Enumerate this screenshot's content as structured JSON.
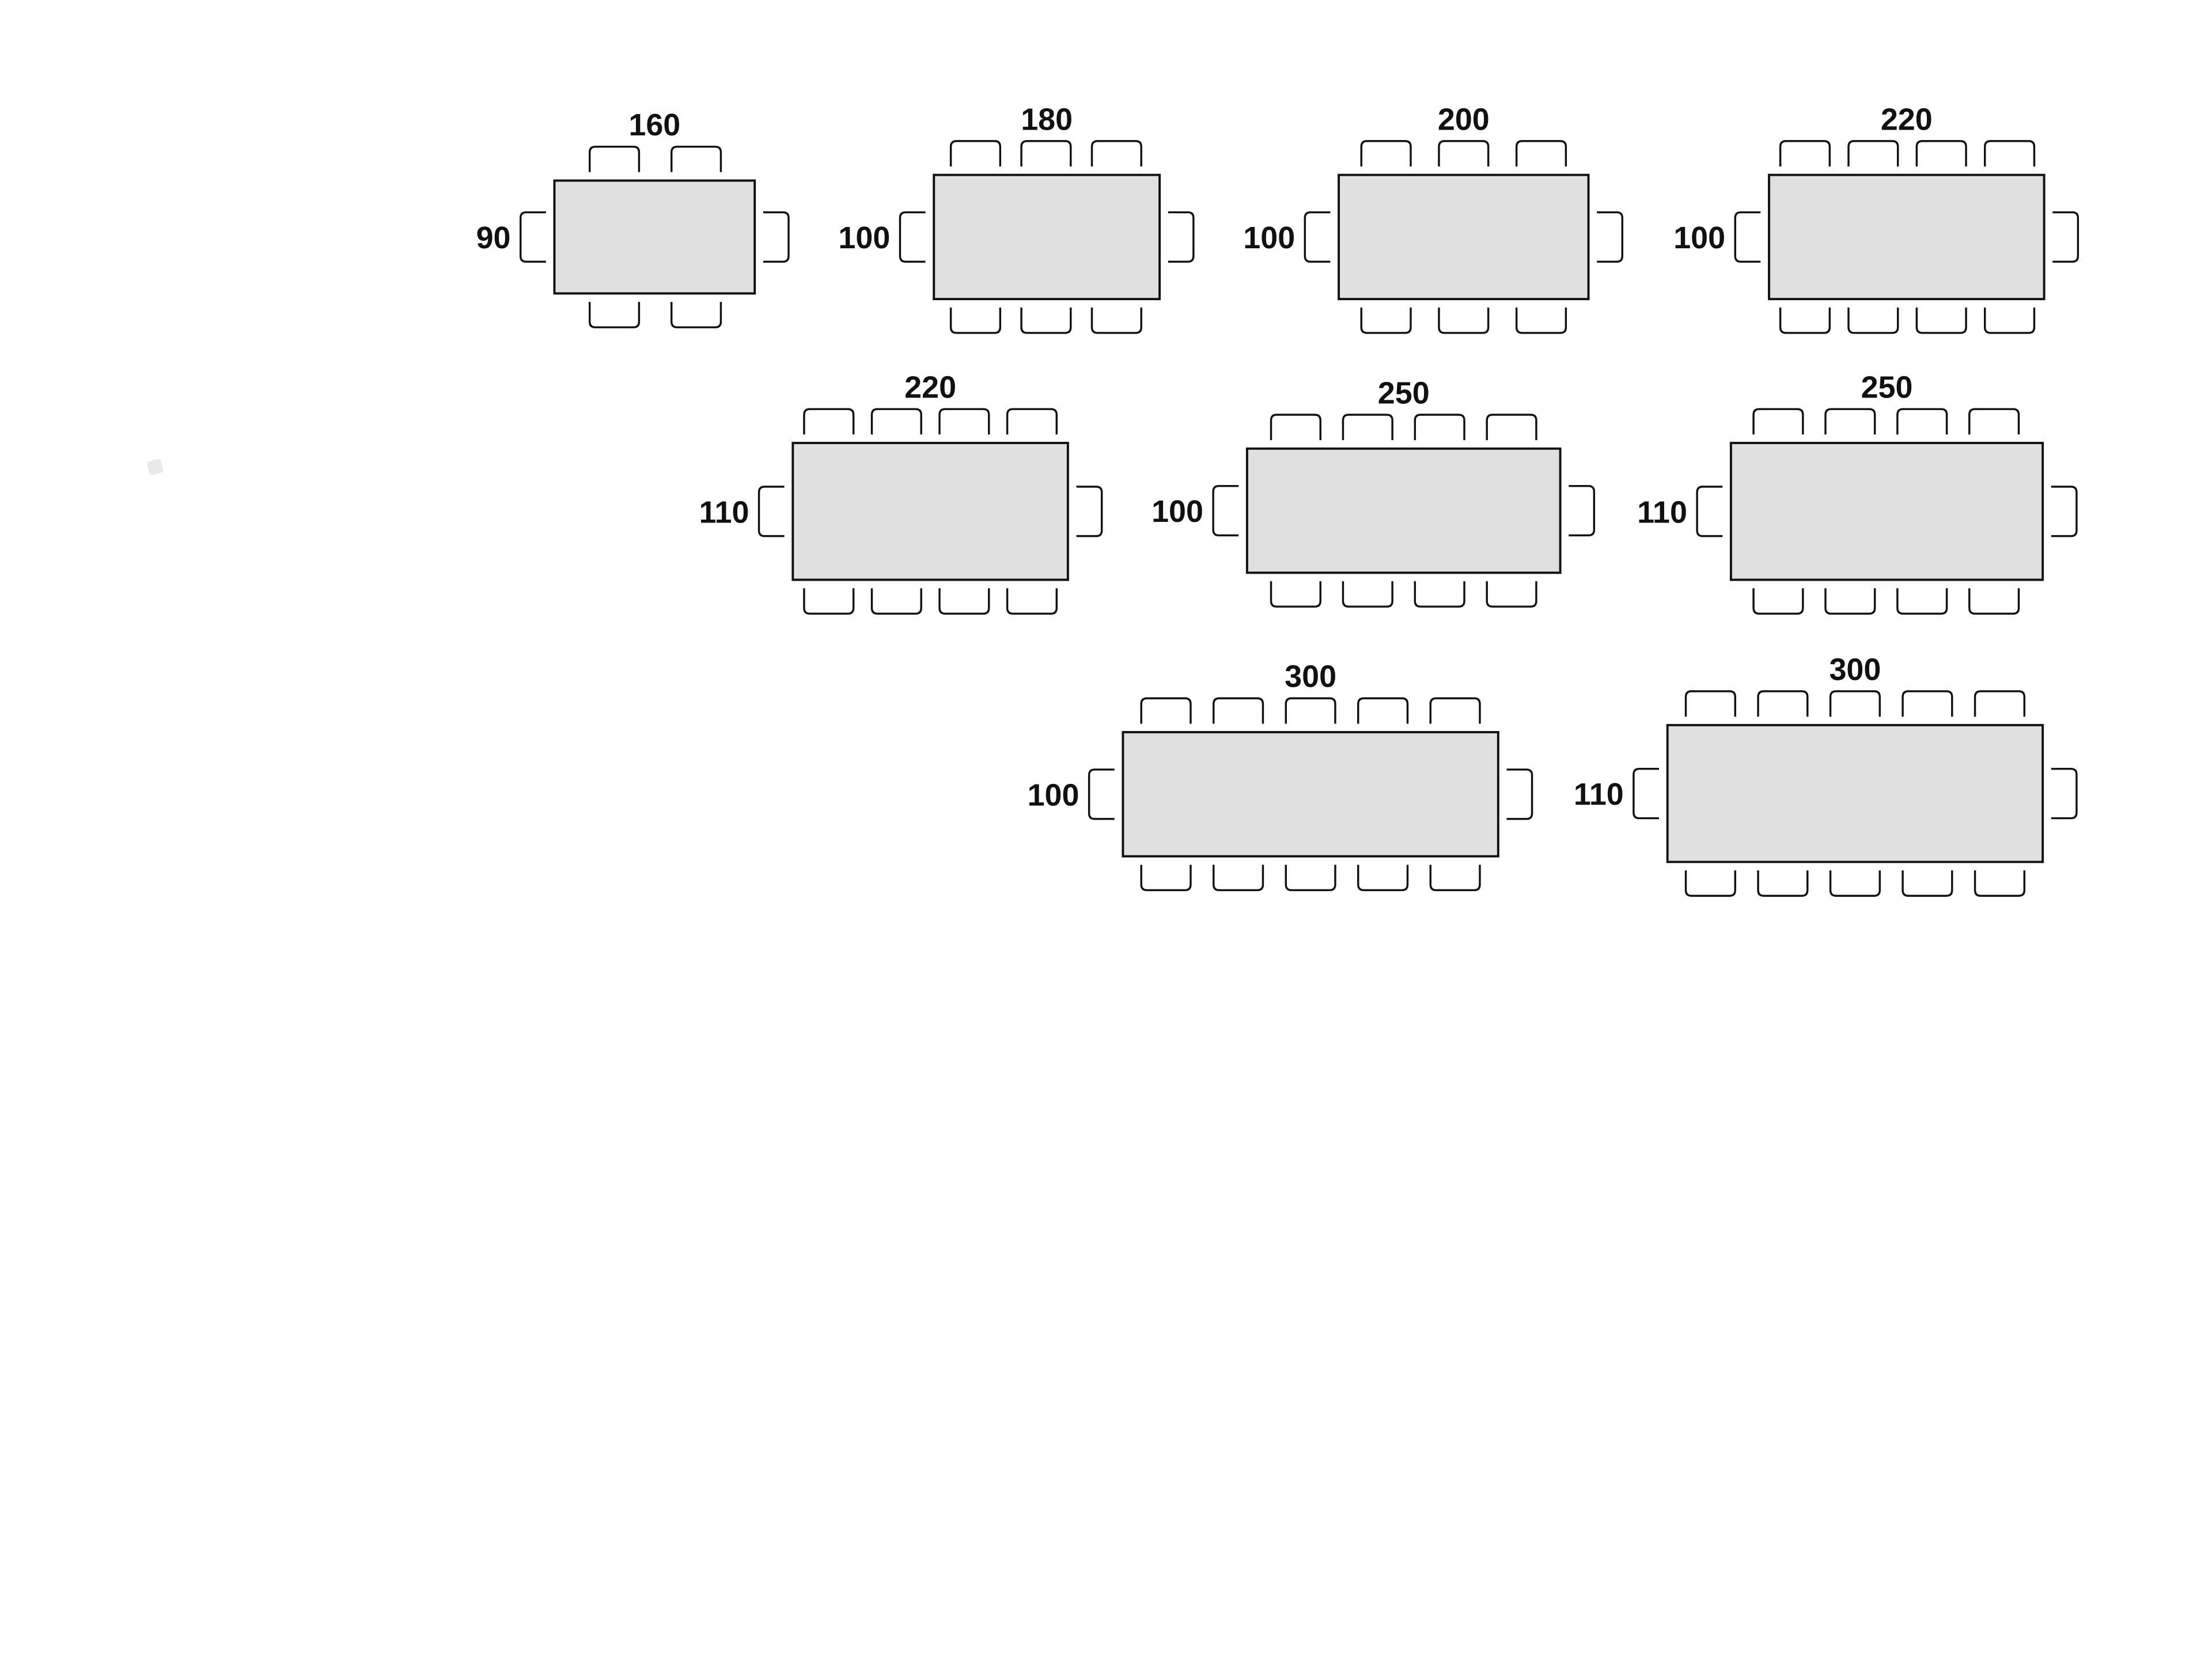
{
  "diagram": {
    "title_shown": false,
    "unit": "cm",
    "tables": [
      {
        "length": "160",
        "width": "90",
        "chairs_per_long_side": 2,
        "chairs_per_end": 1
      },
      {
        "length": "180",
        "width": "100",
        "chairs_per_long_side": 3,
        "chairs_per_end": 1
      },
      {
        "length": "200",
        "width": "100",
        "chairs_per_long_side": 3,
        "chairs_per_end": 1
      },
      {
        "length": "220",
        "width": "100",
        "chairs_per_long_side": 4,
        "chairs_per_end": 1
      },
      {
        "length": "220",
        "width": "110",
        "chairs_per_long_side": 4,
        "chairs_per_end": 1
      },
      {
        "length": "250",
        "width": "100",
        "chairs_per_long_side": 4,
        "chairs_per_end": 1
      },
      {
        "length": "250",
        "width": "110",
        "chairs_per_long_side": 4,
        "chairs_per_end": 1
      },
      {
        "length": "300",
        "width": "100",
        "chairs_per_long_side": 5,
        "chairs_per_end": 1
      },
      {
        "length": "300",
        "width": "110",
        "chairs_per_long_side": 5,
        "chairs_per_end": 1
      }
    ],
    "colors": {
      "table_fill": "#e0e0e0",
      "outline": "#111111"
    }
  }
}
